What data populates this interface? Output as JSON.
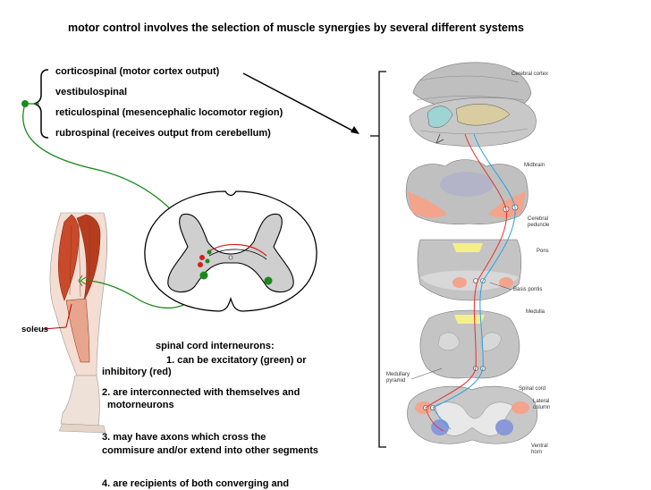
{
  "title": "motor control involves the selection of muscle synergies by several different systems",
  "pathways": [
    "corticospinal (motor cortex output)",
    "vestibulospinal",
    "reticulospinal (mesencephalic locomotor region)",
    "rubrospinal (receives output from cerebellum)"
  ],
  "muscle_label": "soleus",
  "interneurons": {
    "heading": "spinal cord interneurons:",
    "p1_line1": "1. can be excitatory (green) or",
    "p1_line2": "inhibitory (red)",
    "p2_line1": "2. are interconnected with themselves and",
    "p2_line2": "motorneurons",
    "p3_line1": "3. may have axons which cross the",
    "p3_line2": "commisure and/or extend into other segments",
    "p4_line1": "4. are recipients of both converging and"
  },
  "brain_labels": {
    "cerebral_cortex": "Cerebral cortex",
    "midbrain": "Midbrain",
    "cerebral_peduncle_1": "Cerebral",
    "cerebral_peduncle_2": "peduncle",
    "pons": "Pons",
    "basis_pontis": "Basis pontis",
    "medulla": "Medulla",
    "medullary_pyramid_1": "Medullary",
    "medullary_pyramid_2": "pyramid",
    "spinal_cord": "Spinal cord",
    "lateral_column_1": "Lateral",
    "lateral_column_2": "column",
    "ventral_horn_1": "Ventral",
    "ventral_horn_2": "horn"
  },
  "colors": {
    "excitatory": "#1a8a1a",
    "inhibitory": "#d42020",
    "tract_red": "#e23030",
    "tract_blue": "#30a0e0",
    "muscle": "#c84a2a",
    "peduncle": "#f2a48c"
  }
}
